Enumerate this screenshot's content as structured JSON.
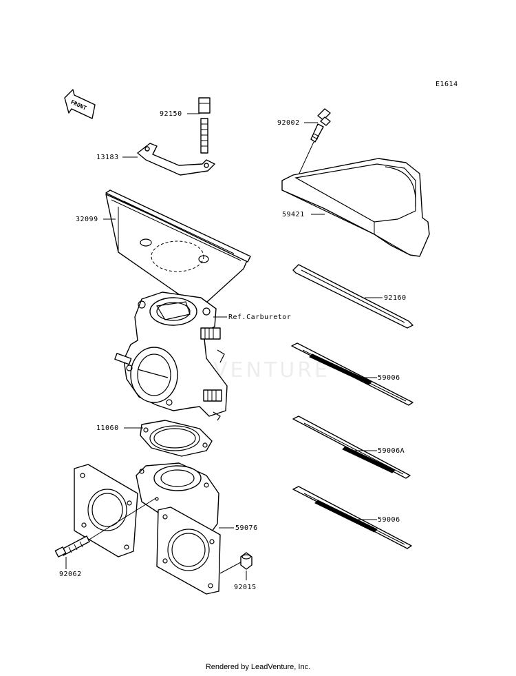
{
  "diagram_code": "E1614",
  "front_label": "FRONT",
  "watermark": "VENTURE",
  "footer": "Rendered by LeadVenture, Inc.",
  "callouts": [
    {
      "id": "92150",
      "text": "92150"
    },
    {
      "id": "13183",
      "text": "13183"
    },
    {
      "id": "32099",
      "text": "32099"
    },
    {
      "id": "ref",
      "text": "Ref.Carburetor"
    },
    {
      "id": "11060",
      "text": "11060"
    },
    {
      "id": "59076",
      "text": "59076"
    },
    {
      "id": "92062",
      "text": "92062"
    },
    {
      "id": "92015",
      "text": "92015"
    },
    {
      "id": "92002",
      "text": "92002"
    },
    {
      "id": "59421",
      "text": "59421"
    },
    {
      "id": "92160",
      "text": "92160"
    },
    {
      "id": "59006a",
      "text": "59006"
    },
    {
      "id": "59006A",
      "text": "59006A"
    },
    {
      "id": "59006b",
      "text": "59006"
    }
  ]
}
